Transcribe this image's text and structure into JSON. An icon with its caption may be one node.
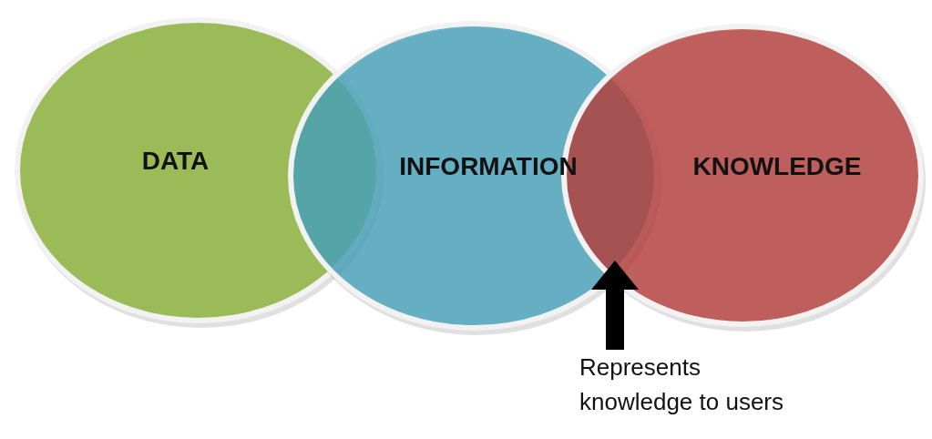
{
  "diagram": {
    "nodes": [
      {
        "text": [
          "DATA"
        ]
      },
      {
        "text": [
          "INFORMATION"
        ]
      },
      {
        "text": [
          "KNOWLEDGE"
        ]
      },
      {
        "text": [
          "Represents knowledge to users"
        ]
      }
    ],
    "edges": [
      {
        "from": 3,
        "to": 2,
        "arrow": "to"
      }
    ]
  }
}
